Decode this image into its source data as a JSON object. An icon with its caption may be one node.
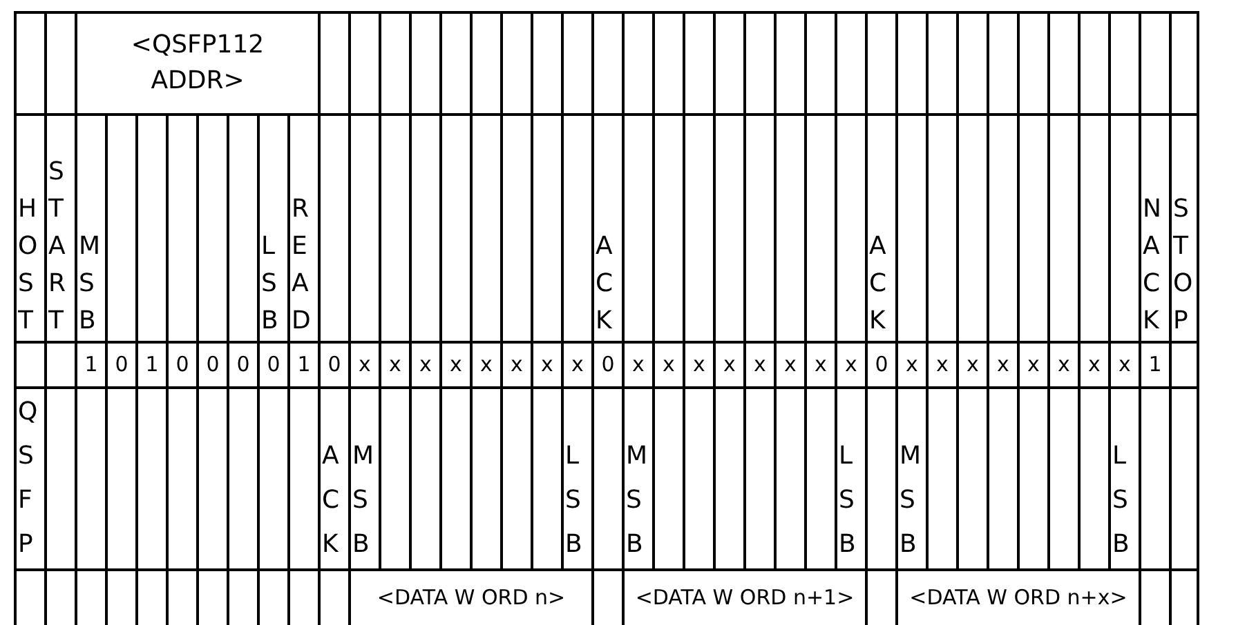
{
  "diagram": {
    "labels": [
      "<QSFP112 ADDR>",
      "HOST",
      "START",
      "MSB",
      "LSB",
      "READ",
      "ACK",
      "ACK",
      "NACK",
      "STOP",
      "1",
      "0",
      "1",
      "0",
      "0",
      "0",
      "0",
      "1",
      "0",
      "x",
      "x",
      "x",
      "x",
      "x",
      "x",
      "x",
      "x",
      "0",
      "x",
      "x",
      "x",
      "x",
      "x",
      "x",
      "x",
      "x",
      "0",
      "x",
      "x",
      "x",
      "x",
      "x",
      "x",
      "x",
      "x",
      "1",
      "QSFP",
      "ACK",
      "MSB",
      "LSB",
      "MSB",
      "LSB",
      "MSB",
      "LSB",
      "<DATA W ORD n>",
      "<DATA W ORD n+1>",
      "<DATA W ORD n+x>"
    ]
  }
}
